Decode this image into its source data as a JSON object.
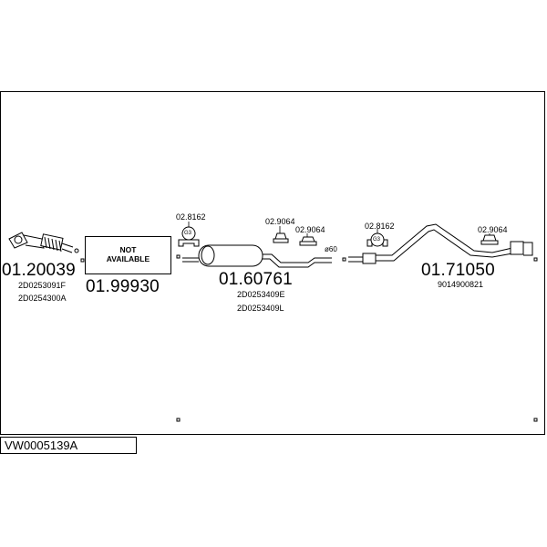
{
  "title": "VW0005139A",
  "parts": [
    {
      "number": "01.20039",
      "refs": [
        "2D0253091F",
        "2D0254300A"
      ]
    },
    {
      "number": "01.99930",
      "note": "NOT AVAILABLE"
    },
    {
      "number": "01.60761",
      "refs": [
        "2D0253409E",
        "2D0253409L"
      ]
    },
    {
      "number": "01.71050",
      "refs": [
        "9014900821"
      ]
    }
  ],
  "clamps": [
    "02.8162",
    "02.9064",
    "02.9064",
    "02.8162",
    "02.9064"
  ],
  "diameter_label": "ø60",
  "clamp_badge": "G3"
}
